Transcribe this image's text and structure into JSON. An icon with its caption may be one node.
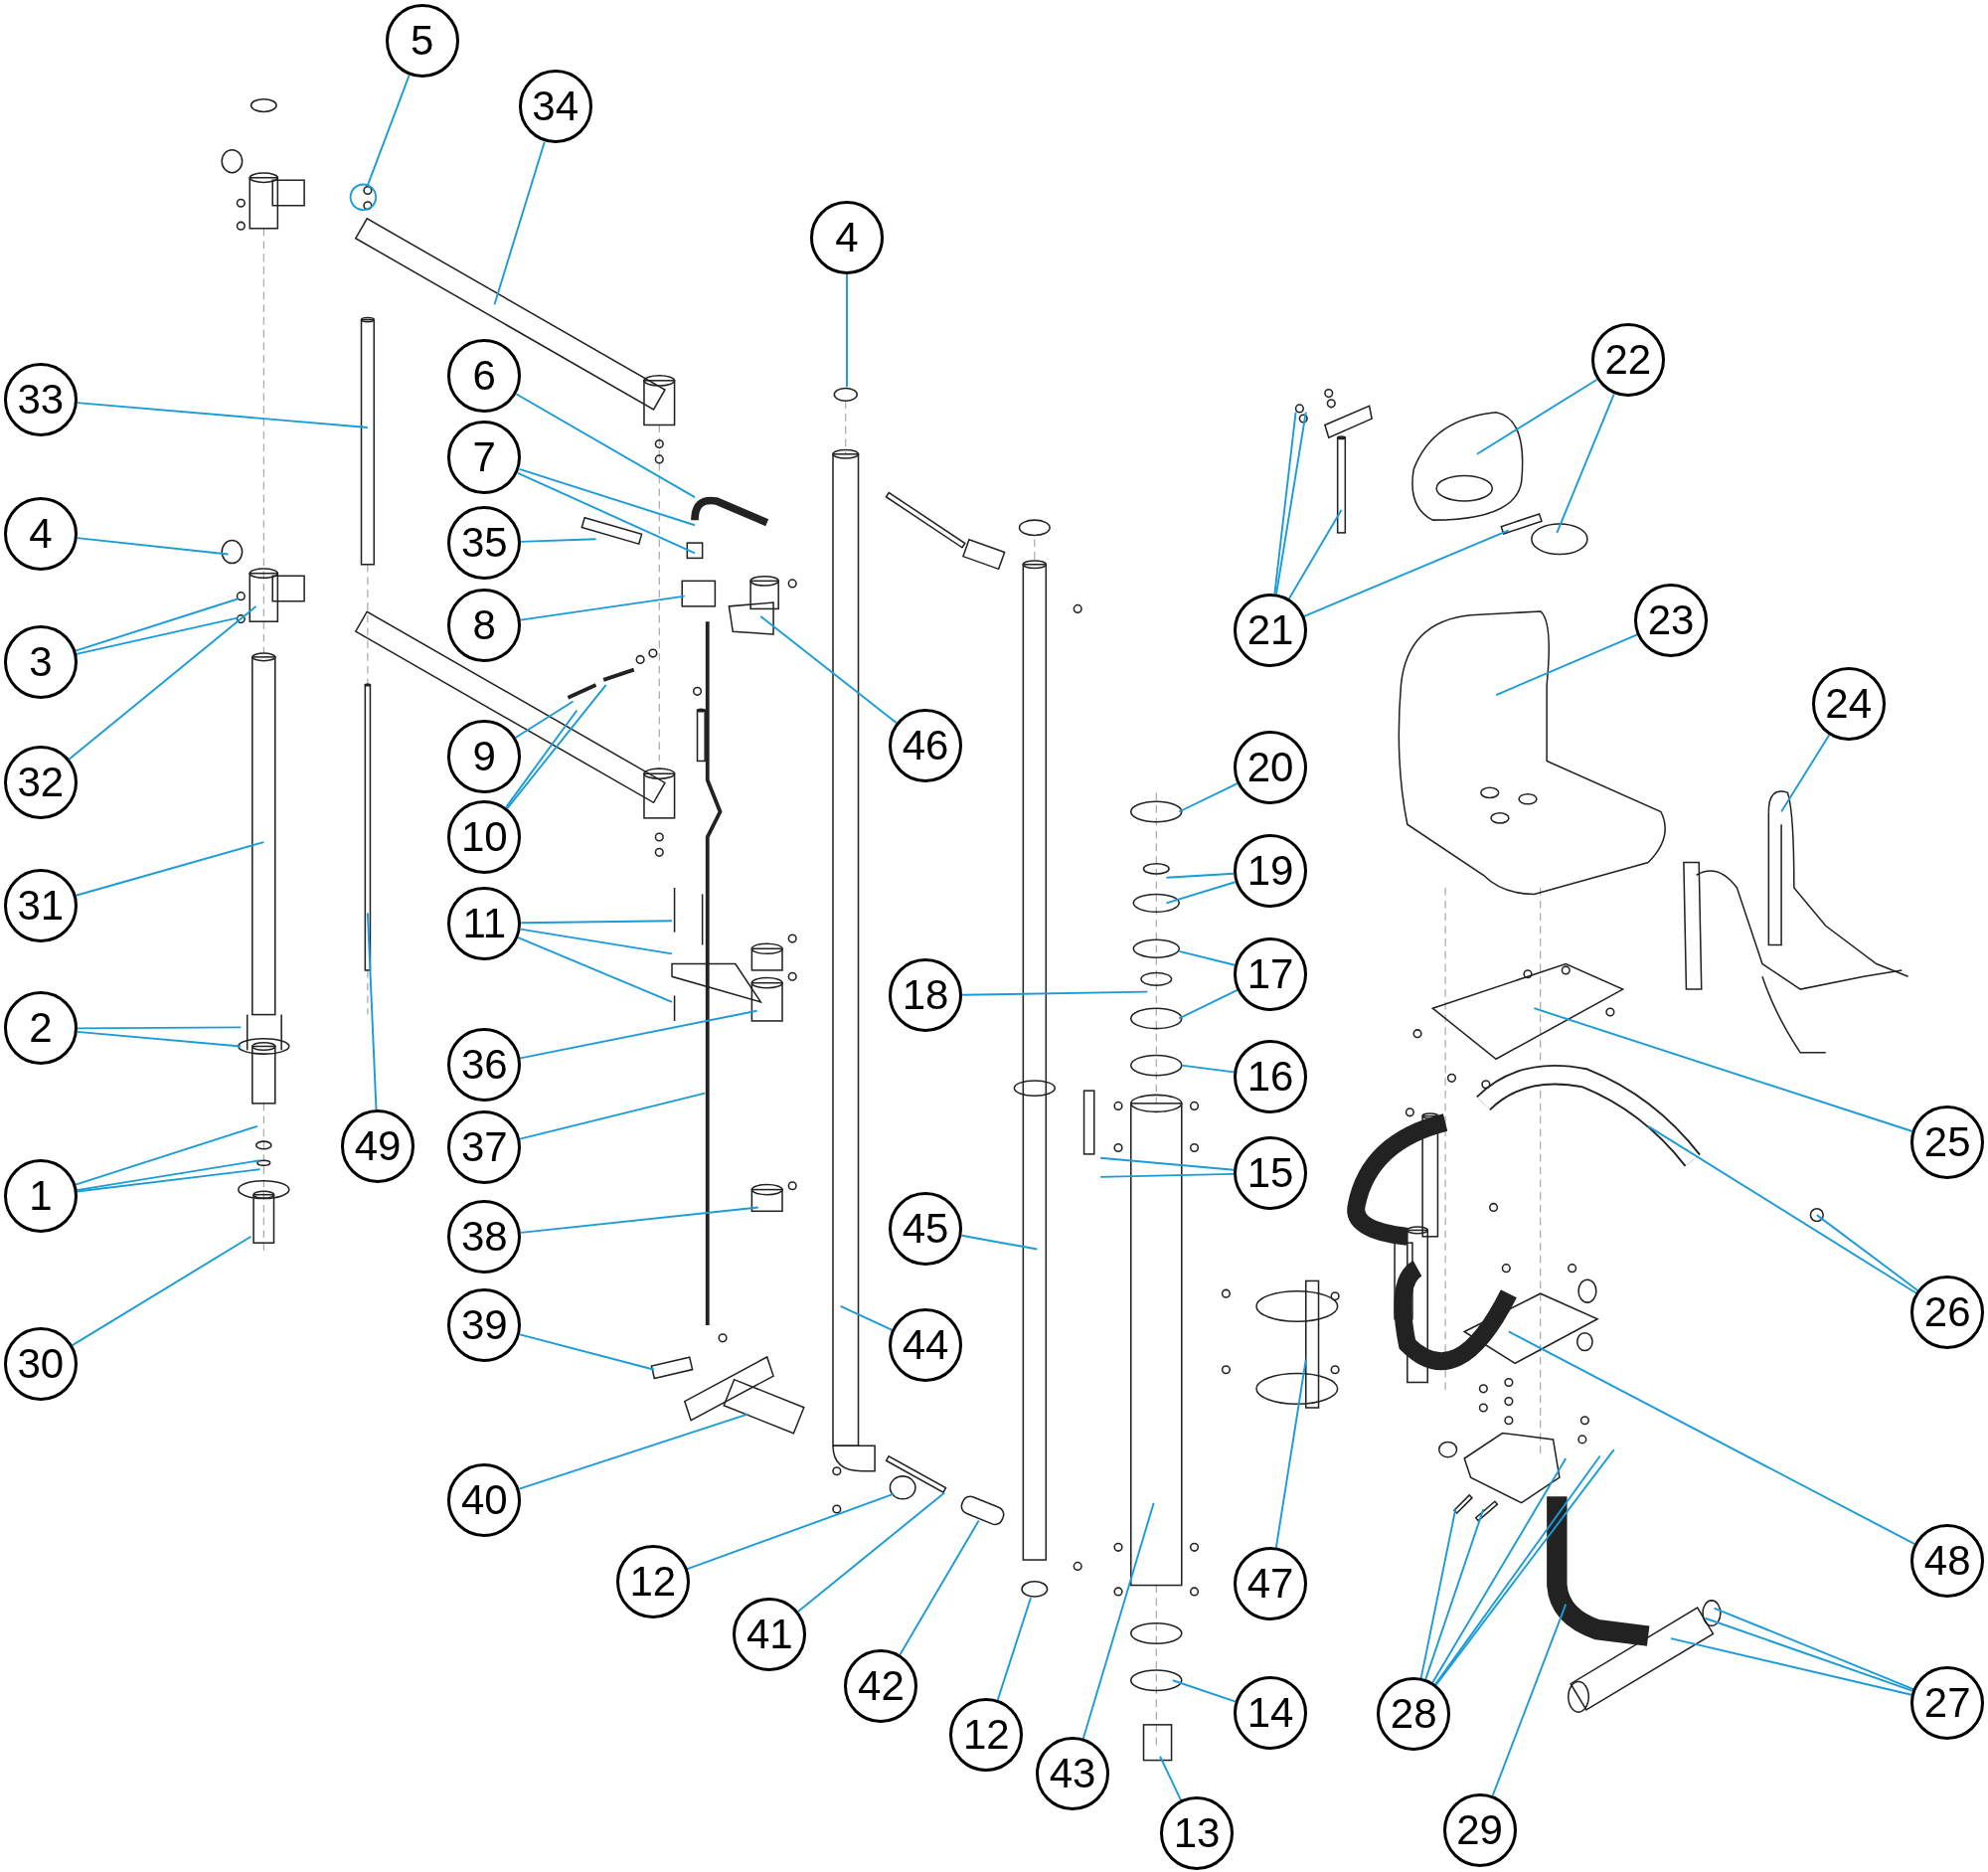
{
  "diagram": {
    "nodes": [
      {
        "text": [
          "5"
        ]
      },
      {
        "text": [
          "34"
        ]
      },
      {
        "text": [
          "4"
        ]
      },
      {
        "text": [
          "22"
        ]
      },
      {
        "text": [
          "6"
        ]
      },
      {
        "text": [
          "33"
        ]
      },
      {
        "text": [
          "7"
        ]
      },
      {
        "text": [
          "4"
        ]
      },
      {
        "text": [
          "35"
        ]
      },
      {
        "text": [
          "23"
        ]
      },
      {
        "text": [
          "8"
        ]
      },
      {
        "text": [
          "21"
        ]
      },
      {
        "text": [
          "3"
        ]
      },
      {
        "text": [
          "24"
        ]
      },
      {
        "text": [
          "46"
        ]
      },
      {
        "text": [
          "9"
        ]
      },
      {
        "text": [
          "20"
        ]
      },
      {
        "text": [
          "32"
        ]
      },
      {
        "text": [
          "10"
        ]
      },
      {
        "text": [
          "19"
        ]
      },
      {
        "text": [
          "31"
        ]
      },
      {
        "text": [
          "11"
        ]
      },
      {
        "text": [
          "17"
        ]
      },
      {
        "text": [
          "18"
        ]
      },
      {
        "text": [
          "2"
        ]
      },
      {
        "text": [
          "36"
        ]
      },
      {
        "text": [
          "16"
        ]
      },
      {
        "text": [
          "25"
        ]
      },
      {
        "text": [
          "49"
        ]
      },
      {
        "text": [
          "37"
        ]
      },
      {
        "text": [
          "15"
        ]
      },
      {
        "text": [
          "1"
        ]
      },
      {
        "text": [
          "45"
        ]
      },
      {
        "text": [
          "38"
        ]
      },
      {
        "text": [
          "26"
        ]
      },
      {
        "text": [
          "39"
        ]
      },
      {
        "text": [
          "44"
        ]
      },
      {
        "text": [
          "30"
        ]
      },
      {
        "text": [
          "40"
        ]
      },
      {
        "text": [
          "48"
        ]
      },
      {
        "text": [
          "12"
        ]
      },
      {
        "text": [
          "47"
        ]
      },
      {
        "text": [
          "41"
        ]
      },
      {
        "text": [
          "42"
        ]
      },
      {
        "text": [
          "27"
        ]
      },
      {
        "text": [
          "14"
        ]
      },
      {
        "text": [
          "28"
        ]
      },
      {
        "text": [
          "12"
        ]
      },
      {
        "text": [
          "43"
        ]
      },
      {
        "text": [
          "29"
        ]
      },
      {
        "text": [
          "13"
        ]
      }
    ],
    "edges": [
      {
        "from": 0,
        "to": null,
        "arrow": "other"
      },
      {
        "from": 1,
        "to": null,
        "arrow": "none"
      },
      {
        "from": 2,
        "to": null,
        "arrow": "none"
      },
      {
        "from": 3,
        "to": null,
        "arrow": "none"
      },
      {
        "from": 3,
        "to": null,
        "arrow": "none"
      },
      {
        "from": 4,
        "to": null,
        "arrow": "none"
      },
      {
        "from": 5,
        "to": null,
        "arrow": "none"
      },
      {
        "from": 6,
        "to": null,
        "arrow": "none"
      },
      {
        "from": 6,
        "to": null,
        "arrow": "none"
      },
      {
        "from": 7,
        "to": null,
        "arrow": "none"
      },
      {
        "from": 8,
        "to": null,
        "arrow": "none"
      },
      {
        "from": 9,
        "to": null,
        "arrow": "none"
      },
      {
        "from": 10,
        "to": null,
        "arrow": "none"
      },
      {
        "from": 11,
        "to": null,
        "arrow": "none"
      },
      {
        "from": 11,
        "to": null,
        "arrow": "none"
      },
      {
        "from": 11,
        "to": null,
        "arrow": "none"
      },
      {
        "from": 11,
        "to": null,
        "arrow": "none"
      },
      {
        "from": 12,
        "to": null,
        "arrow": "none"
      },
      {
        "from": 12,
        "to": null,
        "arrow": "none"
      },
      {
        "from": 13,
        "to": null,
        "arrow": "none"
      },
      {
        "from": 14,
        "to": null,
        "arrow": "none"
      },
      {
        "from": 15,
        "to": null,
        "arrow": "none"
      },
      {
        "from": 16,
        "to": null,
        "arrow": "none"
      },
      {
        "from": 17,
        "to": null,
        "arrow": "none"
      },
      {
        "from": 18,
        "to": null,
        "arrow": "none"
      },
      {
        "from": 18,
        "to": null,
        "arrow": "none"
      },
      {
        "from": 19,
        "to": null,
        "arrow": "none"
      },
      {
        "from": 19,
        "to": null,
        "arrow": "none"
      },
      {
        "from": 20,
        "to": null,
        "arrow": "none"
      },
      {
        "from": 21,
        "to": null,
        "arrow": "none"
      },
      {
        "from": 21,
        "to": null,
        "arrow": "none"
      },
      {
        "from": 21,
        "to": null,
        "arrow": "none"
      },
      {
        "from": 22,
        "to": null,
        "arrow": "none"
      },
      {
        "from": 22,
        "to": null,
        "arrow": "none"
      },
      {
        "from": 23,
        "to": null,
        "arrow": "none"
      },
      {
        "from": 24,
        "to": null,
        "arrow": "none"
      },
      {
        "from": 24,
        "to": null,
        "arrow": "none"
      },
      {
        "from": 25,
        "to": null,
        "arrow": "none"
      },
      {
        "from": 26,
        "to": null,
        "arrow": "none"
      },
      {
        "from": 27,
        "to": null,
        "arrow": "none"
      },
      {
        "from": 28,
        "to": null,
        "arrow": "none"
      },
      {
        "from": 29,
        "to": null,
        "arrow": "none"
      },
      {
        "from": 30,
        "to": null,
        "arrow": "none"
      },
      {
        "from": 30,
        "to": null,
        "arrow": "none"
      },
      {
        "from": 31,
        "to": null,
        "arrow": "none"
      },
      {
        "from": 31,
        "to": null,
        "arrow": "none"
      },
      {
        "from": 31,
        "to": null,
        "arrow": "none"
      },
      {
        "from": 32,
        "to": null,
        "arrow": "none"
      },
      {
        "from": 33,
        "to": null,
        "arrow": "none"
      },
      {
        "from": 34,
        "to": null,
        "arrow": "none"
      },
      {
        "from": 34,
        "to": null,
        "arrow": "none"
      },
      {
        "from": 35,
        "to": null,
        "arrow": "none"
      },
      {
        "from": 36,
        "to": null,
        "arrow": "none"
      },
      {
        "from": 37,
        "to": null,
        "arrow": "none"
      },
      {
        "from": 38,
        "to": null,
        "arrow": "none"
      },
      {
        "from": 39,
        "to": null,
        "arrow": "none"
      },
      {
        "from": 40,
        "to": null,
        "arrow": "none"
      },
      {
        "from": 41,
        "to": null,
        "arrow": "none"
      },
      {
        "from": 42,
        "to": null,
        "arrow": "none"
      },
      {
        "from": 43,
        "to": null,
        "arrow": "none"
      },
      {
        "from": 44,
        "to": null,
        "arrow": "none"
      },
      {
        "from": 44,
        "to": null,
        "arrow": "none"
      },
      {
        "from": 44,
        "to": null,
        "arrow": "none"
      },
      {
        "from": 45,
        "to": null,
        "arrow": "none"
      },
      {
        "from": 46,
        "to": null,
        "arrow": "none"
      },
      {
        "from": 46,
        "to": null,
        "arrow": "none"
      },
      {
        "from": 46,
        "to": null,
        "arrow": "none"
      },
      {
        "from": 46,
        "to": null,
        "arrow": "none"
      },
      {
        "from": 46,
        "to": null,
        "arrow": "none"
      },
      {
        "from": 47,
        "to": null,
        "arrow": "none"
      },
      {
        "from": 48,
        "to": null,
        "arrow": "none"
      },
      {
        "from": 49,
        "to": null,
        "arrow": "none"
      },
      {
        "from": 50,
        "to": null,
        "arrow": "none"
      }
    ]
  }
}
